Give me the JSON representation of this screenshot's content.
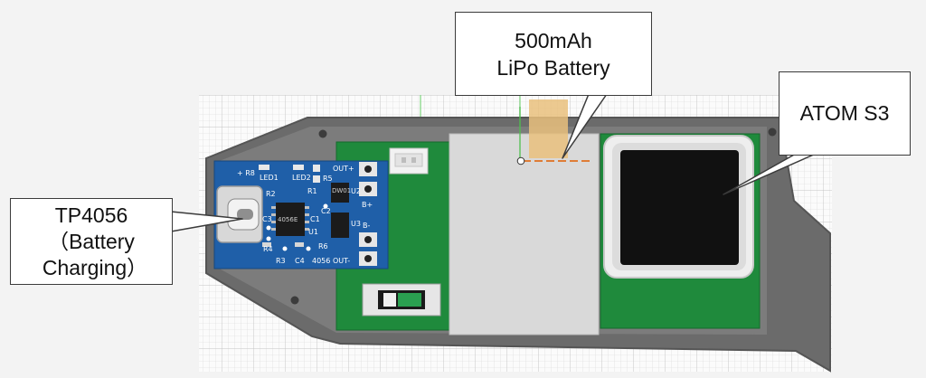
{
  "callouts": {
    "battery": {
      "line1": "500mAh",
      "line2": "LiPo Battery"
    },
    "atom": {
      "label": "ATOM S3"
    },
    "tp4056": {
      "line1": "TP4056",
      "line2": "（Battery",
      "line3": "Charging）"
    }
  },
  "pcb_labels": {
    "r8": "+ R8",
    "out_plus": "OUT+",
    "led1": "LED1",
    "led2": "LED2",
    "r5": "R5",
    "r2": "R2",
    "r1": "R1",
    "dw01": "DW01",
    "b_plus": "B+",
    "c3": "C3",
    "chip": "4056E",
    "c1": "C1",
    "c2": "C2",
    "u2": "U2",
    "u1": "U1",
    "u3": "U3",
    "b_minus": "B-",
    "r4": "R4",
    "r6": "R6",
    "r3": "R3",
    "c4": "C4",
    "model": "4056",
    "out_minus": "OUT-"
  },
  "colors": {
    "background": "#f3f3f3",
    "grid": "#c9c9c9",
    "enclosure": "#6b6b6b",
    "green_board": "#1f8a3c",
    "blue_board": "#1f5fa8",
    "battery": "#d9d9d9",
    "atom_frame": "#eeeeee",
    "atom_screen": "#111111",
    "connector": "#f2f2f2",
    "marker": "#e07020",
    "callout_border": "#3b3b3b"
  }
}
